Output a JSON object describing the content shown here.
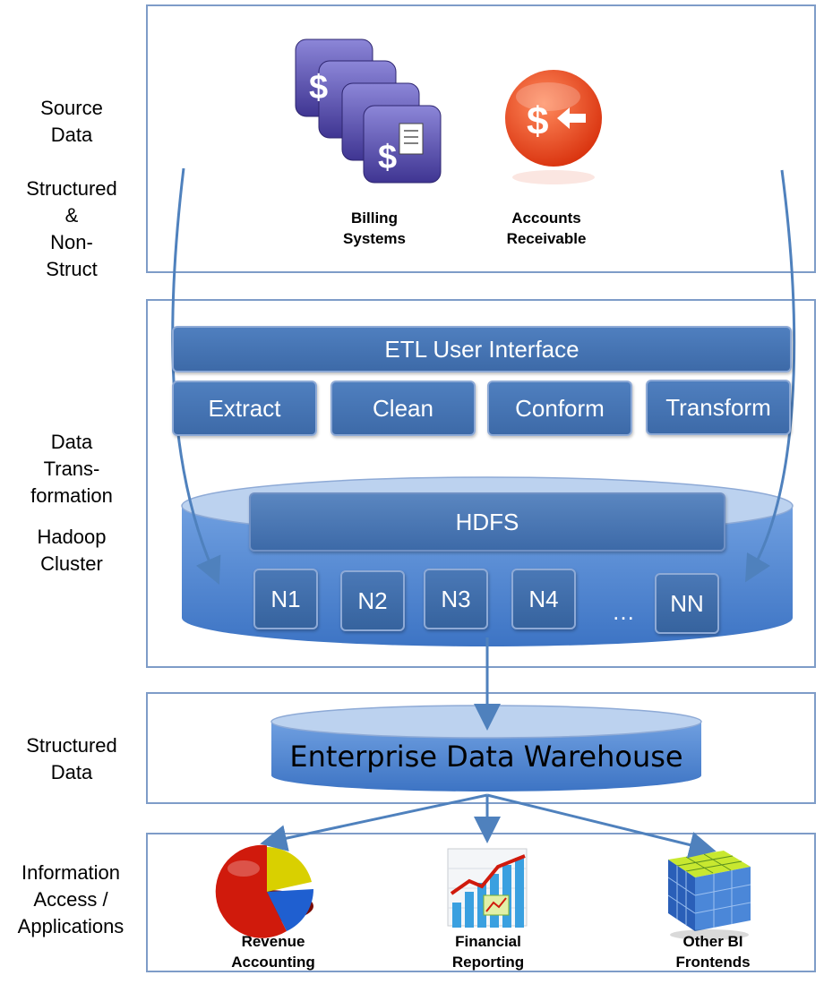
{
  "side_labels": {
    "source": "Source\nData",
    "structured_nonstruct": "Structured\n&\nNon-\nStruct",
    "data_transformation": "Data\nTrans-\nformation",
    "hadoop_cluster": "Hadoop\nCluster",
    "structured_data": "Structured\nData",
    "information_access": "Information\nAccess /\nApplications"
  },
  "sources": {
    "billing": "Billing\nSystems",
    "accounts_receivable": "Accounts\nReceivable"
  },
  "etl": {
    "header": "ETL User Interface",
    "steps": [
      "Extract",
      "Clean",
      "Conform",
      "Transform"
    ]
  },
  "hdfs": {
    "label": "HDFS",
    "nodes": [
      "N1",
      "N2",
      "N3",
      "N4",
      "NN"
    ],
    "ellipsis": "…"
  },
  "warehouse": {
    "label": "Enterprise Data Warehouse"
  },
  "applications": {
    "revenue": "Revenue\nAccounting",
    "financial": "Financial\nReporting",
    "other_bi": "Other BI\nFrontends"
  },
  "colors": {
    "panel_border": "#7e9cc8",
    "box_fill": "#4a78b6",
    "cylinder_fill": "#5b8fd6",
    "arrow": "#4f81bd",
    "billing_icon": "#5a4fa8",
    "receivable_icon": "#e8401c"
  }
}
